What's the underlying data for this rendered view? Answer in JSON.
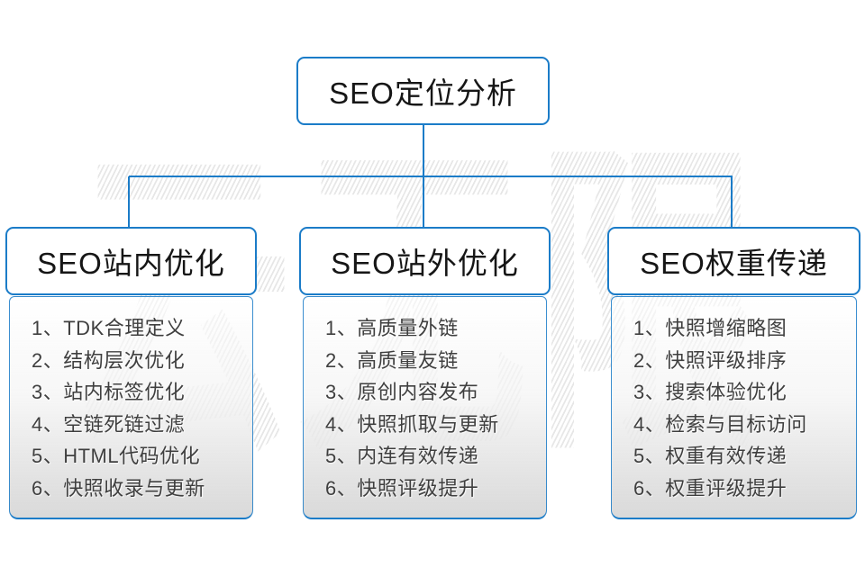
{
  "watermark": {
    "text": "云无限"
  },
  "colors": {
    "accent": "#1b7cc8",
    "list_text": "#3f3f3f",
    "panel_gradient_start": "#ffffff",
    "panel_gradient_end": "#d8d8d8",
    "watermark_gray": "#e3e3e3"
  },
  "root": {
    "title": "SEO定位分析"
  },
  "branches": [
    {
      "title": "SEO站内优化",
      "items": [
        "1、TDK合理定义",
        "2、结构层次优化",
        "3、站内标签优化",
        "4、空链死链过滤",
        "5、HTML代码优化",
        "6、快照收录与更新"
      ]
    },
    {
      "title": "SEO站外优化",
      "items": [
        "1、高质量外链",
        "2、高质量友链",
        "3、原创内容发布",
        "4、快照抓取与更新",
        "5、内连有效传递",
        "6、快照评级提升"
      ]
    },
    {
      "title": "SEO权重传递",
      "items": [
        "1、快照增缩略图",
        "2、快照评级排序",
        "3、搜索体验优化",
        "4、检索与目标访问",
        "5、权重有效传递",
        "6、权重评级提升"
      ]
    }
  ]
}
